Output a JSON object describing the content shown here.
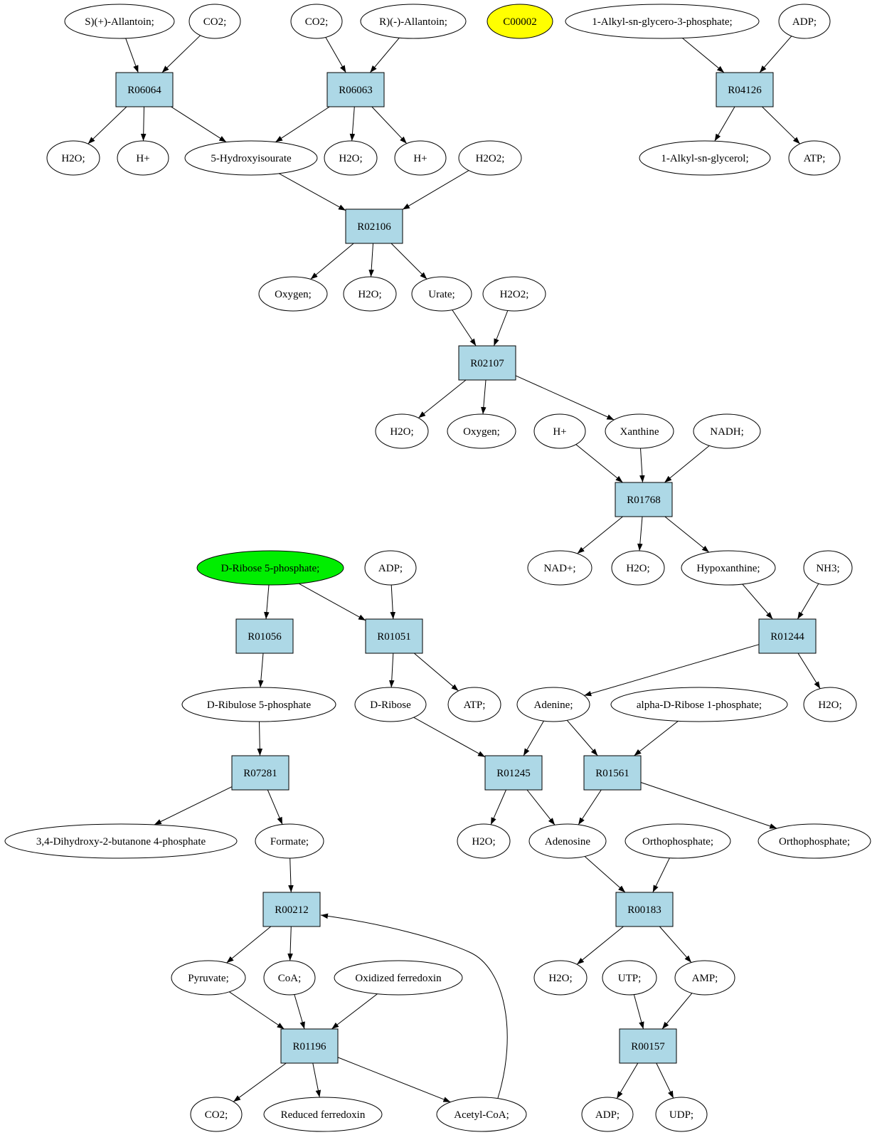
{
  "colors": {
    "reaction_fill": "#add8e6",
    "compound_fill": "#ffffff",
    "highlight_yellow": "#ffff00",
    "highlight_green": "#00ee00",
    "stroke": "#000000"
  },
  "compounds": [
    {
      "id": "c_s_allantoin",
      "label": "S)(+)-Allantoin;"
    },
    {
      "id": "c_co2_1",
      "label": "CO2;"
    },
    {
      "id": "c_co2_2",
      "label": "CO2;"
    },
    {
      "id": "c_r_allantoin",
      "label": "R)(-)-Allantoin;"
    },
    {
      "id": "c_c00002",
      "label": "C00002",
      "highlight": "yellow"
    },
    {
      "id": "c_alkyl_g3p",
      "label": "1-Alkyl-sn-glycero-3-phosphate;"
    },
    {
      "id": "c_adp_1",
      "label": "ADP;"
    },
    {
      "id": "c_h2o_1",
      "label": "H2O;"
    },
    {
      "id": "c_hplus_1",
      "label": "H+"
    },
    {
      "id": "c_hydroxyisourate",
      "label": "5-Hydroxyisourate"
    },
    {
      "id": "c_h2o_2",
      "label": "H2O;"
    },
    {
      "id": "c_hplus_2",
      "label": "H+"
    },
    {
      "id": "c_h2o2_1",
      "label": "H2O2;"
    },
    {
      "id": "c_alkyl_glycerol",
      "label": "1-Alkyl-sn-glycerol;"
    },
    {
      "id": "c_atp_1",
      "label": "ATP;"
    },
    {
      "id": "c_oxygen_1",
      "label": "Oxygen;"
    },
    {
      "id": "c_h2o_3",
      "label": "H2O;"
    },
    {
      "id": "c_urate",
      "label": "Urate;"
    },
    {
      "id": "c_h2o2_2",
      "label": "H2O2;"
    },
    {
      "id": "c_h2o_4",
      "label": "H2O;"
    },
    {
      "id": "c_oxygen_2",
      "label": "Oxygen;"
    },
    {
      "id": "c_hplus_3",
      "label": "H+"
    },
    {
      "id": "c_xanthine",
      "label": "Xanthine"
    },
    {
      "id": "c_nadh",
      "label": "NADH;"
    },
    {
      "id": "c_nadplus",
      "label": "NAD+;"
    },
    {
      "id": "c_h2o_5",
      "label": "H2O;"
    },
    {
      "id": "c_hypoxanthine",
      "label": "Hypoxanthine;"
    },
    {
      "id": "c_nh3",
      "label": "NH3;"
    },
    {
      "id": "c_ribose5p",
      "label": "D-Ribose 5-phosphate;",
      "highlight": "green"
    },
    {
      "id": "c_adp_2",
      "label": "ADP;"
    },
    {
      "id": "c_ribulose5p",
      "label": "D-Ribulose 5-phosphate"
    },
    {
      "id": "c_dribose",
      "label": "D-Ribose"
    },
    {
      "id": "c_atp_2",
      "label": "ATP;"
    },
    {
      "id": "c_adenine",
      "label": "Adenine;"
    },
    {
      "id": "c_alpha_ribose1p",
      "label": "alpha-D-Ribose 1-phosphate;"
    },
    {
      "id": "c_h2o_6",
      "label": "H2O;"
    },
    {
      "id": "c_dhbp",
      "label": "3,4-Dihydroxy-2-butanone 4-phosphate"
    },
    {
      "id": "c_formate",
      "label": "Formate;"
    },
    {
      "id": "c_h2o_7",
      "label": "H2O;"
    },
    {
      "id": "c_adenosine",
      "label": "Adenosine"
    },
    {
      "id": "c_ortho_1",
      "label": "Orthophosphate;"
    },
    {
      "id": "c_ortho_2",
      "label": "Orthophosphate;"
    },
    {
      "id": "c_pyruvate",
      "label": "Pyruvate;"
    },
    {
      "id": "c_coa",
      "label": "CoA;"
    },
    {
      "id": "c_ox_ferredoxin",
      "label": "Oxidized ferredoxin"
    },
    {
      "id": "c_h2o_8",
      "label": "H2O;"
    },
    {
      "id": "c_utp",
      "label": "UTP;"
    },
    {
      "id": "c_amp",
      "label": "AMP;"
    },
    {
      "id": "c_co2_3",
      "label": "CO2;"
    },
    {
      "id": "c_red_ferredoxin",
      "label": "Reduced ferredoxin"
    },
    {
      "id": "c_acetyl_coa",
      "label": "Acetyl-CoA;"
    },
    {
      "id": "c_adp_3",
      "label": "ADP;"
    },
    {
      "id": "c_udp",
      "label": "UDP;"
    }
  ],
  "reactions": [
    {
      "id": "r_R06064",
      "label": "R06064"
    },
    {
      "id": "r_R06063",
      "label": "R06063"
    },
    {
      "id": "r_R04126",
      "label": "R04126"
    },
    {
      "id": "r_R02106",
      "label": "R02106"
    },
    {
      "id": "r_R02107",
      "label": "R02107"
    },
    {
      "id": "r_R01768",
      "label": "R01768"
    },
    {
      "id": "r_R01056",
      "label": "R01056"
    },
    {
      "id": "r_R01051",
      "label": "R01051"
    },
    {
      "id": "r_R01244",
      "label": "R01244"
    },
    {
      "id": "r_R07281",
      "label": "R07281"
    },
    {
      "id": "r_R01245",
      "label": "R01245"
    },
    {
      "id": "r_R01561",
      "label": "R01561"
    },
    {
      "id": "r_R00212",
      "label": "R00212"
    },
    {
      "id": "r_R00183",
      "label": "R00183"
    },
    {
      "id": "r_R01196",
      "label": "R01196"
    },
    {
      "id": "r_R00157",
      "label": "R00157"
    }
  ],
  "edges": [
    [
      "c_s_allantoin",
      "r_R06064"
    ],
    [
      "c_co2_1",
      "r_R06064"
    ],
    [
      "r_R06064",
      "c_h2o_1"
    ],
    [
      "r_R06064",
      "c_hplus_1"
    ],
    [
      "r_R06064",
      "c_hydroxyisourate"
    ],
    [
      "c_co2_2",
      "r_R06063"
    ],
    [
      "c_r_allantoin",
      "r_R06063"
    ],
    [
      "r_R06063",
      "c_hydroxyisourate"
    ],
    [
      "r_R06063",
      "c_h2o_2"
    ],
    [
      "r_R06063",
      "c_hplus_2"
    ],
    [
      "c_alkyl_g3p",
      "r_R04126"
    ],
    [
      "c_adp_1",
      "r_R04126"
    ],
    [
      "r_R04126",
      "c_alkyl_glycerol"
    ],
    [
      "r_R04126",
      "c_atp_1"
    ],
    [
      "c_hydroxyisourate",
      "r_R02106"
    ],
    [
      "c_h2o2_1",
      "r_R02106"
    ],
    [
      "r_R02106",
      "c_oxygen_1"
    ],
    [
      "r_R02106",
      "c_h2o_3"
    ],
    [
      "r_R02106",
      "c_urate"
    ],
    [
      "c_urate",
      "r_R02107"
    ],
    [
      "c_h2o2_2",
      "r_R02107"
    ],
    [
      "r_R02107",
      "c_h2o_4"
    ],
    [
      "r_R02107",
      "c_oxygen_2"
    ],
    [
      "r_R02107",
      "c_xanthine"
    ],
    [
      "c_hplus_3",
      "r_R01768"
    ],
    [
      "c_xanthine",
      "r_R01768"
    ],
    [
      "c_nadh",
      "r_R01768"
    ],
    [
      "r_R01768",
      "c_nadplus"
    ],
    [
      "r_R01768",
      "c_h2o_5"
    ],
    [
      "r_R01768",
      "c_hypoxanthine"
    ],
    [
      "c_hypoxanthine",
      "r_R01244"
    ],
    [
      "c_nh3",
      "r_R01244"
    ],
    [
      "r_R01244",
      "c_adenine"
    ],
    [
      "r_R01244",
      "c_h2o_6"
    ],
    [
      "c_ribose5p",
      "r_R01056"
    ],
    [
      "c_ribose5p",
      "r_R01051"
    ],
    [
      "c_adp_2",
      "r_R01051"
    ],
    [
      "r_R01056",
      "c_ribulose5p"
    ],
    [
      "r_R01051",
      "c_dribose"
    ],
    [
      "r_R01051",
      "c_atp_2"
    ],
    [
      "c_ribulose5p",
      "r_R07281"
    ],
    [
      "r_R07281",
      "c_dhbp"
    ],
    [
      "r_R07281",
      "c_formate"
    ],
    [
      "c_dribose",
      "r_R01245"
    ],
    [
      "c_adenine",
      "r_R01245"
    ],
    [
      "c_adenine",
      "r_R01561"
    ],
    [
      "c_alpha_ribose1p",
      "r_R01561"
    ],
    [
      "r_R01245",
      "c_h2o_7"
    ],
    [
      "r_R01245",
      "c_adenosine"
    ],
    [
      "r_R01561",
      "c_adenosine"
    ],
    [
      "r_R01561",
      "c_ortho_2"
    ],
    [
      "c_formate",
      "r_R00212"
    ],
    [
      "c_acetyl_coa",
      "r_R00212"
    ],
    [
      "r_R00212",
      "c_pyruvate"
    ],
    [
      "r_R00212",
      "c_coa"
    ],
    [
      "c_adenosine",
      "r_R00183"
    ],
    [
      "c_ortho_1",
      "r_R00183"
    ],
    [
      "r_R00183",
      "c_h2o_8"
    ],
    [
      "r_R00183",
      "c_amp"
    ],
    [
      "c_pyruvate",
      "r_R01196"
    ],
    [
      "c_coa",
      "r_R01196"
    ],
    [
      "c_ox_ferredoxin",
      "r_R01196"
    ],
    [
      "r_R01196",
      "c_co2_3"
    ],
    [
      "r_R01196",
      "c_red_ferredoxin"
    ],
    [
      "r_R01196",
      "c_acetyl_coa"
    ],
    [
      "c_utp",
      "r_R00157"
    ],
    [
      "c_amp",
      "r_R00157"
    ],
    [
      "r_R00157",
      "c_adp_3"
    ],
    [
      "r_R00157",
      "c_udp"
    ]
  ]
}
